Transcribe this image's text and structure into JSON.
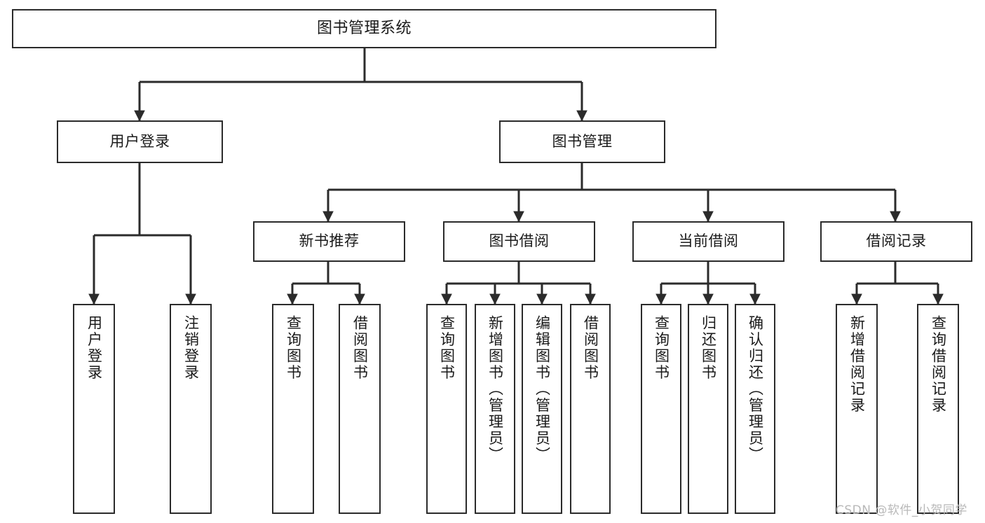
{
  "diagram": {
    "type": "tree",
    "title": "图书管理系统",
    "watermark": "CSDN @软件_小贺同学",
    "colors": {
      "stroke": "#2b2b2b",
      "fill": "#ffffff",
      "text": "#1a1a1a",
      "watermark": "#b9b9b9"
    },
    "nodes": {
      "root": {
        "label": "图书管理系统"
      },
      "level1": [
        {
          "id": "user-login",
          "label": "用户登录"
        },
        {
          "id": "book-management",
          "label": "图书管理"
        }
      ],
      "level2": [
        {
          "id": "new-book-recommend",
          "label": "新书推荐"
        },
        {
          "id": "book-borrow",
          "label": "图书借阅"
        },
        {
          "id": "current-borrow",
          "label": "当前借阅"
        },
        {
          "id": "borrow-record",
          "label": "借阅记录"
        }
      ],
      "leaves": {
        "user_login": [
          {
            "id": "leaf-user-login",
            "label": "用户登录"
          },
          {
            "id": "leaf-logout-login",
            "label": "注销登录"
          }
        ],
        "new_book_recommend": [
          {
            "id": "leaf-query-book-1",
            "label": "查询图书"
          },
          {
            "id": "leaf-borrow-book-1",
            "label": "借阅图书"
          }
        ],
        "book_borrow": [
          {
            "id": "leaf-query-book-2",
            "label": "查询图书"
          },
          {
            "id": "leaf-add-book",
            "label": "新增图书（管理员）"
          },
          {
            "id": "leaf-edit-book",
            "label": "编辑图书（管理员）"
          },
          {
            "id": "leaf-borrow-book-2",
            "label": "借阅图书"
          }
        ],
        "current_borrow": [
          {
            "id": "leaf-query-book-3",
            "label": "查询图书"
          },
          {
            "id": "leaf-return-book",
            "label": "归还图书"
          },
          {
            "id": "leaf-confirm-return",
            "label": "确认归还（管理员）"
          }
        ],
        "borrow_record": [
          {
            "id": "leaf-add-record",
            "label": "新增借阅记录"
          },
          {
            "id": "leaf-query-record",
            "label": "查询借阅记录"
          }
        ]
      }
    }
  }
}
